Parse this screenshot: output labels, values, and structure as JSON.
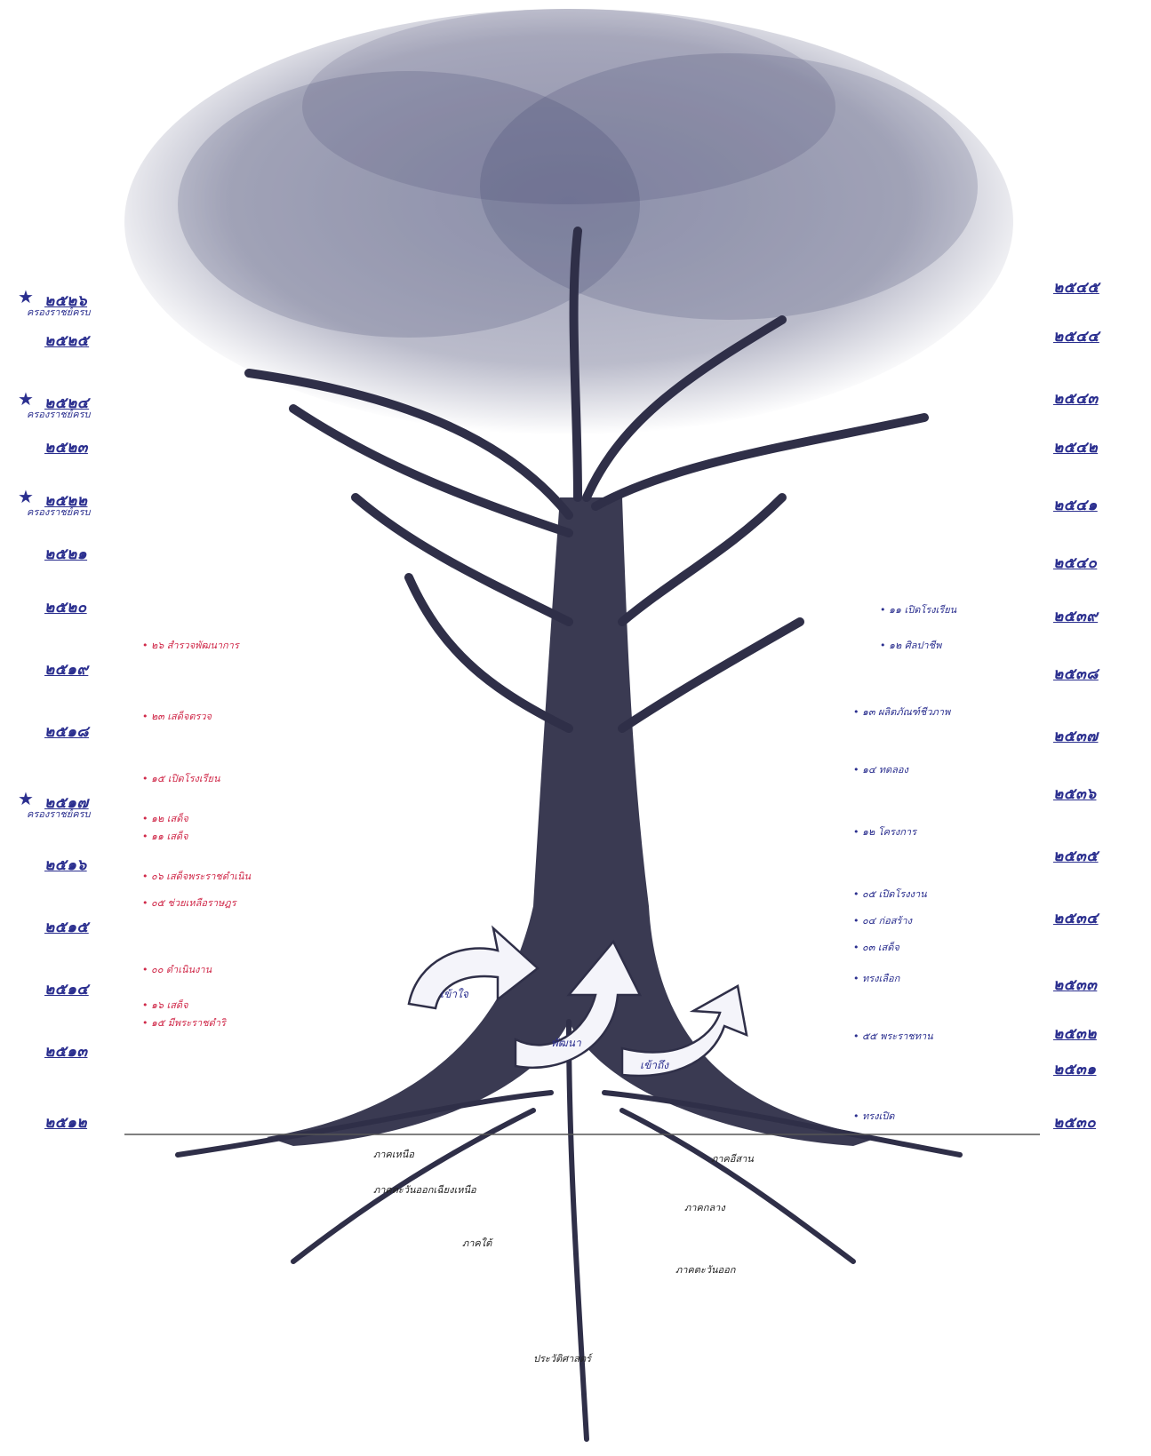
{
  "years_left": [
    {
      "text": "๒๕๒๖",
      "starred": true
    },
    {
      "text": "๒๕๒๕"
    },
    {
      "text": "๒๕๒๔",
      "starred": true
    },
    {
      "text": "๒๕๒๓"
    },
    {
      "text": "๒๕๒๒",
      "starred": true
    },
    {
      "text": "๒๕๒๑"
    },
    {
      "text": "๒๕๒๐"
    },
    {
      "text": "๒๕๑๙"
    },
    {
      "text": "๒๕๑๘"
    },
    {
      "text": "๒๕๑๗",
      "starred": true
    },
    {
      "text": "๒๕๑๖"
    },
    {
      "text": "๒๕๑๕"
    },
    {
      "text": "๒๕๑๔"
    },
    {
      "text": "๒๕๑๓"
    },
    {
      "text": "๒๕๑๒"
    }
  ],
  "years_left_notes": [
    "ครองราชย์ครบ",
    "ครองราชย์ครบ",
    "ครองราชย์ครบ",
    "ครองราชย์ครบ"
  ],
  "years_right": [
    "๒๕๔๕",
    "๒๕๔๔",
    "๒๕๔๓",
    "๒๕๔๒",
    "๒๕๔๑",
    "๒๕๔๐",
    "๒๕๓๙",
    "๒๕๓๘",
    "๒๕๓๗",
    "๒๕๓๖",
    "๒๕๓๕",
    "๒๕๓๔",
    "๒๕๓๓",
    "๒๕๓๒",
    "๒๕๓๑",
    "๒๕๓๐"
  ],
  "left_notes": [
    {
      "color": "red",
      "text": "• ๒๖ สำรวจพัฒนาการ"
    },
    {
      "color": "red",
      "text": "• ๒๓ เสด็จตรวจ"
    },
    {
      "color": "red",
      "text": "• ๑๕ เปิดโรงเรียน"
    },
    {
      "color": "red",
      "text": "• ๑๒ เสด็จ"
    },
    {
      "color": "red",
      "text": "• ๑๑ เสด็จ"
    },
    {
      "color": "red",
      "text": "• ๐๖ เสด็จพระราชดำเนิน"
    },
    {
      "color": "red",
      "text": "• ๐๕ ช่วยเหลือราษฎร"
    },
    {
      "color": "red",
      "text": "• ๐๐ ดำเนินงาน"
    },
    {
      "color": "red",
      "text": "• ๑๖ เสด็จ"
    },
    {
      "color": "red",
      "text": "• ๑๕ มีพระราชดำริ"
    }
  ],
  "right_notes": [
    {
      "text": "• ๑๑ เปิดโรงเรียน"
    },
    {
      "text": "• ๑๒ ศิลปาชีพ"
    },
    {
      "text": "• ๑๓ ผลิตภัณฑ์ชีวภาพ"
    },
    {
      "text": "• ๑๔ ทดลอง"
    },
    {
      "text": "• ๑๒ โครงการ"
    },
    {
      "text": "• ๐๕ เปิดโรงงาน"
    },
    {
      "text": "• ๐๔ ก่อสร้าง"
    },
    {
      "text": "• ๐๓ เสด็จ"
    },
    {
      "text": "• ทรงเลือก"
    },
    {
      "text": "• ๕๕ พระราชทาน"
    },
    {
      "text": "• ทรงเปิด"
    }
  ],
  "arrows": [
    "เข้าใจ",
    "พัฒนา",
    "เข้าถึง"
  ],
  "roots": [
    "ภาคเหนือ",
    "ภาคอีสาน",
    "ภาคตะวันออกเฉียงเหนือ",
    "ภาคใต้",
    "ภาคกลาง",
    "ภาคตะวันออก",
    "ประวัติศาสตร์"
  ]
}
